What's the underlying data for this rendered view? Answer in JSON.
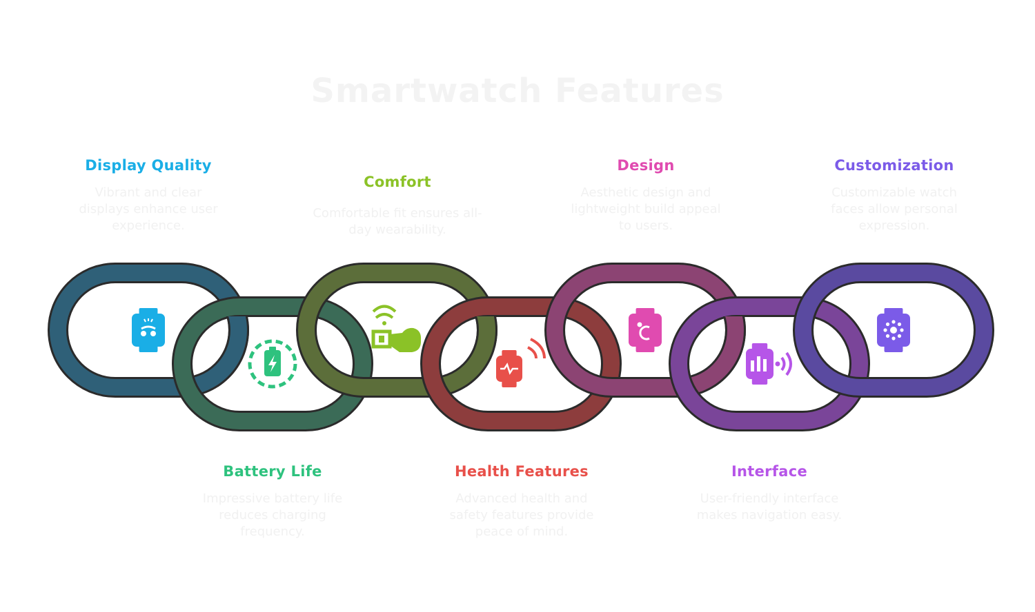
{
  "title": "Smartwatch Features",
  "features": [
    {
      "title": "Display Quality",
      "description": "Vibrant and clear displays enhance user experience.",
      "color": "#1aaee6",
      "link_color": "#2f6078",
      "icon": "smartwatch-screen-icon"
    },
    {
      "title": "Battery Life",
      "description": "Impressive battery life reduces charging frequency.",
      "color": "#2ec27e",
      "link_color": "#3b6b57",
      "icon": "battery-charging-icon"
    },
    {
      "title": "Comfort",
      "description": "Comfortable fit ensures all-day wearability.",
      "color": "#8bc227",
      "link_color": "#5c6e3a",
      "icon": "wrist-wearable-signal-icon"
    },
    {
      "title": "Health Features",
      "description": "Advanced health and safety features provide peace of mind.",
      "color": "#e8504a",
      "link_color": "#8d3d3d",
      "icon": "heart-rate-watch-icon"
    },
    {
      "title": "Design",
      "description": "Aesthetic design and lightweight build appeal to users.",
      "color": "#e04bb0",
      "link_color": "#8c4473",
      "icon": "watch-moon-face-icon"
    },
    {
      "title": "Interface",
      "description": "User-friendly interface makes navigation easy.",
      "color": "#b655e8",
      "link_color": "#7a4599",
      "icon": "watch-sound-waves-icon"
    },
    {
      "title": "Customization",
      "description": "Customizable watch faces allow personal expression.",
      "color": "#7b5be8",
      "link_color": "#5a4aa0",
      "icon": "watch-custom-face-icon"
    }
  ]
}
